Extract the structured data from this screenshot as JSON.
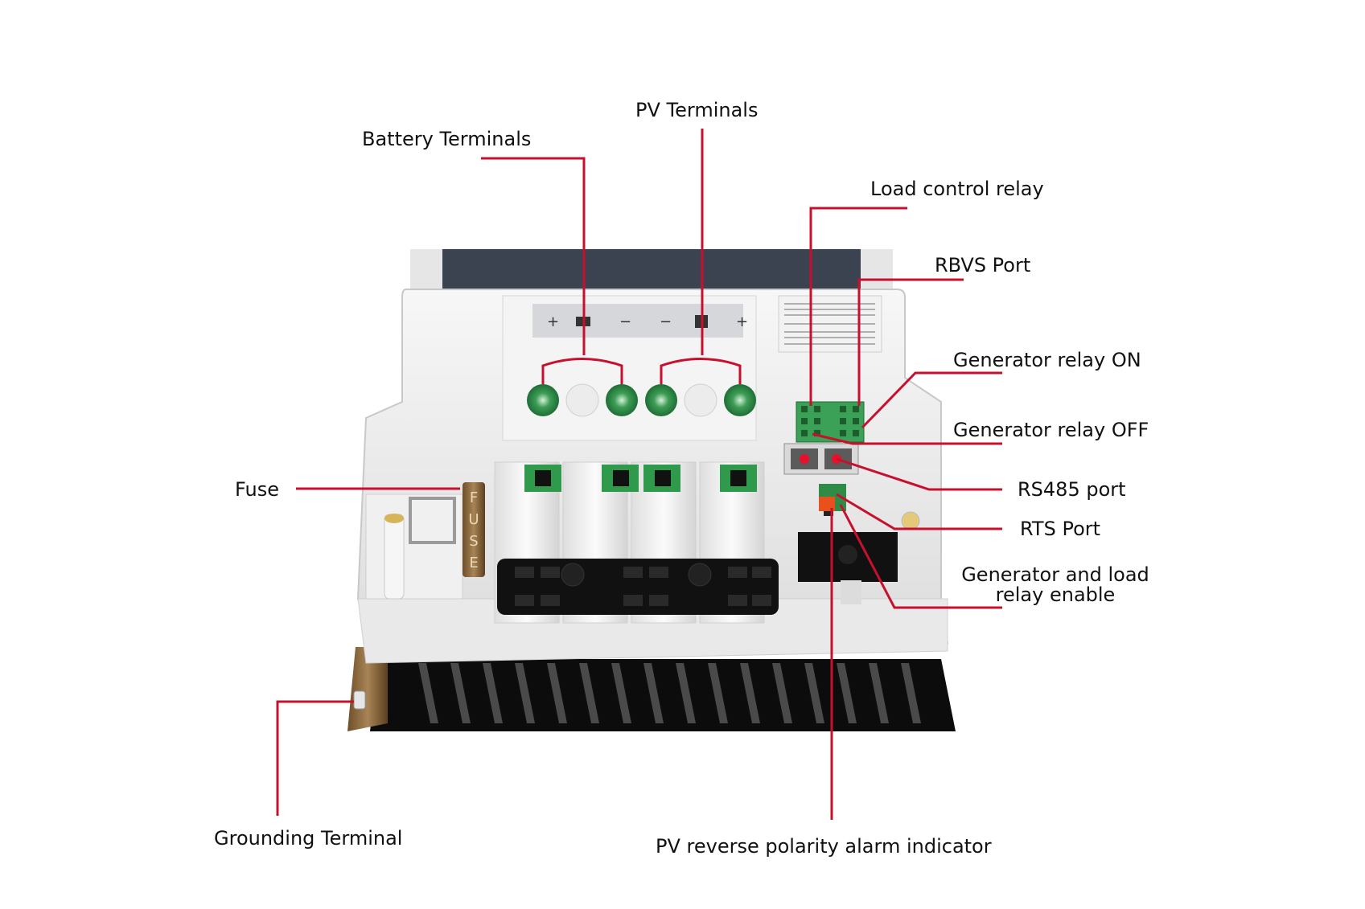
{
  "labels": {
    "battery_terminals": "Battery Terminals",
    "pv_terminals": "PV Terminals",
    "load_control_relay": "Load control relay",
    "rbvs_port": "RBVS Port",
    "generator_relay_on": "Generator relay ON",
    "generator_relay_off": "Generator relay OFF",
    "rs485_port": "RS485 port",
    "rts_port": "RTS Port",
    "generator_load_enable_line1": "Generator and load",
    "generator_load_enable_line2": "relay enable",
    "fuse": "Fuse",
    "grounding_terminal": "Grounding Terminal",
    "pv_reverse_polarity": "PV reverse polarity alarm indicator"
  },
  "device_markings": {
    "fuse_letters": [
      "F",
      "U",
      "S",
      "E"
    ],
    "terminal_signs": [
      "+",
      "−",
      "−",
      "+"
    ]
  },
  "colors": {
    "callout_line": "#c8102e",
    "housing": "#eeeeee",
    "green_terminal": "#2e9a4c",
    "heatsink": "#111111",
    "fuse_copper": "#8a6a44",
    "rts_orange": "#e8501c"
  }
}
